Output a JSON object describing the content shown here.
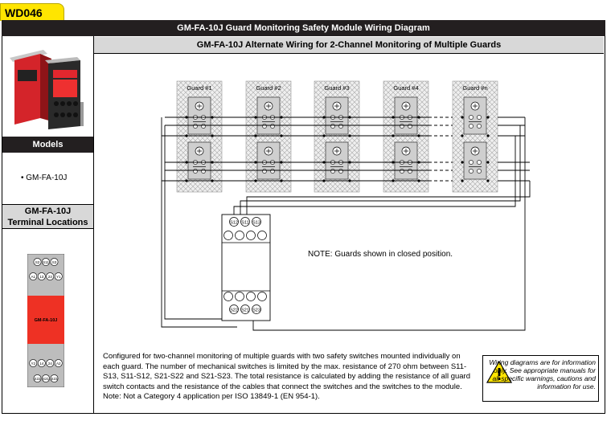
{
  "code": "WD046",
  "title": "GM-FA-10J Guard Monitoring Safety Module Wiring Diagram",
  "subtitle": "GM-FA-10J Alternate Wiring for 2-Channel Monitoring of Multiple Guards",
  "sidebar": {
    "models_heading": "Models",
    "model_item": "• GM-FA-10J",
    "terminal_heading_line1": "GM-FA-10J",
    "terminal_heading_line2": "Terminal Locations",
    "module_label": "GM-FA-10J",
    "terminals_top1": [
      "S2",
      "S11",
      "S3"
    ],
    "terminals_top2": [
      "A1",
      "13",
      "23",
      "Y1"
    ],
    "terminals_bot1": [
      "Y2",
      "14",
      "24",
      "A2"
    ],
    "terminals_bot2": [
      "S22",
      "S21",
      "S23"
    ]
  },
  "diagram": {
    "guards": [
      "Guard #1",
      "Guard #2",
      "Guard #3",
      "Guard #4",
      "Guard #n"
    ],
    "top_terminals": [
      "S12",
      "S11",
      "S13"
    ],
    "bottom_terminals": [
      "S22",
      "S21",
      "S23"
    ],
    "note": "NOTE: Guards shown in closed position."
  },
  "description": "Configured for two-channel monitoring of multiple guards with two safety switches mounted individually on each guard. The number of mechanical switches is limited by the max. resistance of 270 ohm between S11-S13, S11-S12, S21-S22 and S21-S23. The total resistance is calculated by adding the resistance of all guard switch contacts and the resistance of the cables that connect the switches and the switches to the module.",
  "description_note": "Note: Not a Category 4 application per ISO 13849-1 (EN 954-1).",
  "warning": "Wiring diagrams are for information only. See appropriate manuals for all specific warnings, cautions and information for use."
}
